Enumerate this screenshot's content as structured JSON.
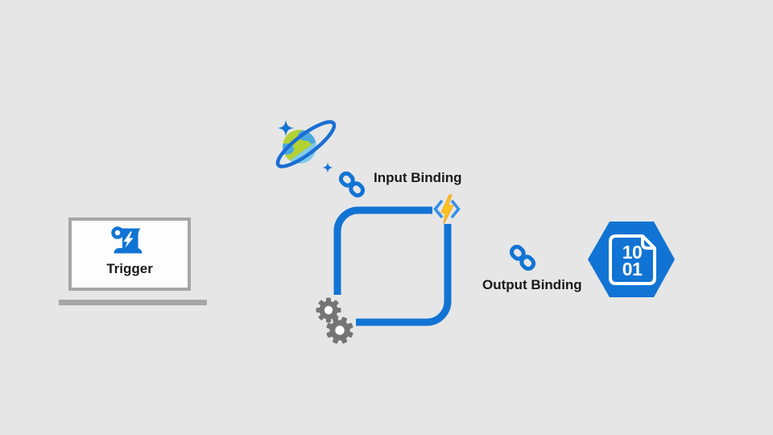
{
  "colors": {
    "canvas_bg": "#e6e6e6",
    "azure_blue": "#1174d4",
    "ring_blue": "#1a6ed2",
    "bracket_blue": "#3390e8",
    "bolt_yellow": "#fcc31c",
    "bolt_orange": "#f2a51c",
    "gear_gray": "#757575",
    "laptop_gray": "#a6a6a6",
    "laptop_fill": "#fdfdfd",
    "label_text": "#1a1a1a",
    "planet_green": "#b2d233",
    "continent_blue": "#4aa9e0",
    "crescent_blue": "#7fcaee",
    "icon_white": "#ffffff"
  },
  "labels": {
    "trigger": "Trigger",
    "input_binding": "Input Binding",
    "output_binding": "Output Binding"
  },
  "binary_document": {
    "line1": "10",
    "line2": "01"
  },
  "icons": {
    "trigger": "script-scroll-bolt-icon",
    "input_source": "cosmos-db-planet-icon",
    "input_connector": "link-icon",
    "function": "code-brackets-bolt-icon",
    "function_process": "gears-icon",
    "output_connector": "link-icon",
    "output_target": "binary-document-hexagon-icon"
  }
}
